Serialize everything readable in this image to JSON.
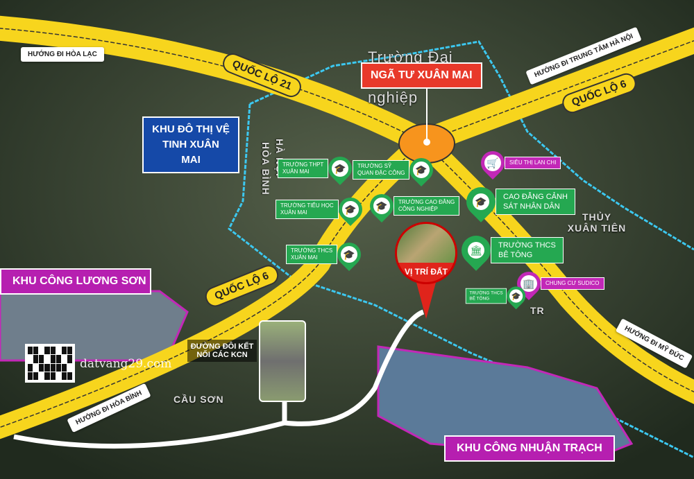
{
  "directions": {
    "hoa_lac": "HƯỚNG ĐI HÒA LẠC",
    "ha_noi": "HƯỚNG ĐI TRUNG TÂM HÀ NỘI",
    "my_duc": "HƯỚNG ĐI MỸ ĐỨC",
    "hoa_binh": "HƯỚNG ĐI HÒA BÌNH"
  },
  "roads": {
    "ql21": "QUỐC LỘ 21",
    "ql6_east": "QUỐC LỘ 6",
    "ql6_west": "QUỐC LỘ 6"
  },
  "titles": {
    "nga_tu": "NGÃ TƯ XUÂN MAI",
    "khu_do_thi": "KHU ĐÔ THỊ VỆ TINH XUÂN MAI",
    "kcn_luong_son": "KHU CÔNG LƯƠNG SƠN",
    "kcn_nhuan_trach": "KHU CÔNG NHUẬN TRẠCH",
    "duong_doi": "ĐƯỜNG ĐÔI KẾT NỐI CÁC KCN",
    "site": "VỊ TRÍ ĐẤT"
  },
  "places": {
    "truong_dai": "Trường Đại",
    "nghiep": "nghiệp",
    "ha_noi": "HÀ NỘI",
    "hoa_binh": "HÒA BÌNH",
    "thuy_xuan_tien": "THỦY XUÂN TIÊN",
    "cau_son": "CẦU SƠN",
    "tr": "TR"
  },
  "pois": [
    {
      "label": "TRƯỜNG THPT\nXUÂN MAI",
      "icon": "graduation-cap"
    },
    {
      "label": "TRƯỜNG SỸ\nQUAN ĐẶC CÔNG",
      "icon": "graduation-cap"
    },
    {
      "label": "SIÊU THỊ LAN CHI",
      "icon": "shopping-cart"
    },
    {
      "label": "TRƯỜNG TIỂU HỌC\nXUÂN MAI",
      "icon": "graduation-cap"
    },
    {
      "label": "TRƯỜNG CAO ĐẲNG\nCÔNG NGHIỆP",
      "icon": "graduation-cap"
    },
    {
      "label": "CAO ĐẲNG CẢNH\nSÁT NHÂN DÂN",
      "icon": "graduation-cap"
    },
    {
      "label": "TRƯỜNG THCS\nXUÂN MAI",
      "icon": "graduation-cap"
    },
    {
      "label": "TRƯỜNG THCS\nBÊ TÔNG",
      "icon": "building-columns"
    },
    {
      "label": "CHUNG CƯ SUDICO",
      "icon": "apartment"
    },
    {
      "label": "TRƯỜNG THCS\nBÊ TÔNG",
      "icon": "graduation-cap"
    }
  ],
  "watermark": "datvang29.com",
  "colors": {
    "road": "#f7d51d",
    "boundary": "#3cc8f0",
    "poi": "#25a851",
    "magenta": "#c228b7"
  }
}
